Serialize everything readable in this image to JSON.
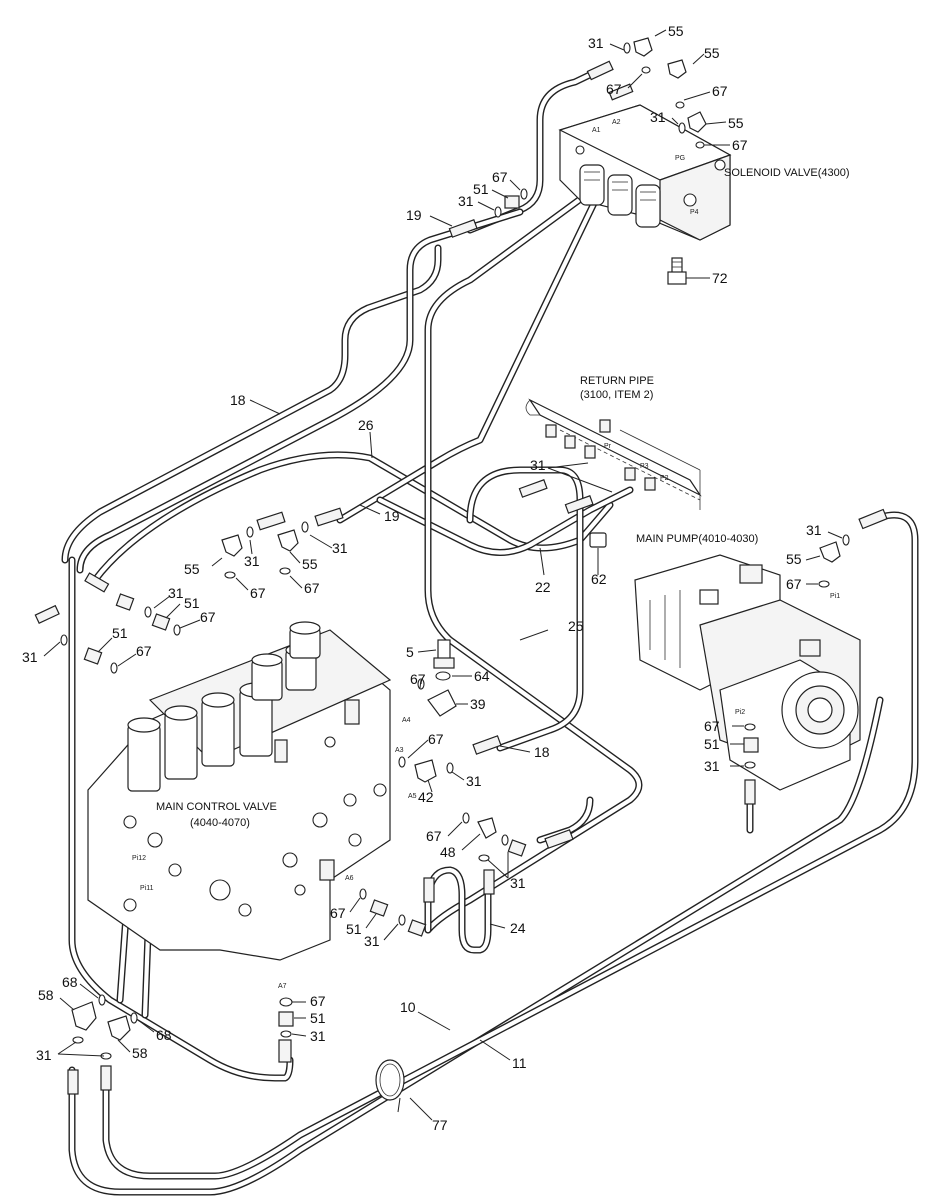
{
  "labels": {
    "solenoid_valve": "SOLENOID VALVE(4300)",
    "return_pipe_line1": "RETURN PIPE",
    "return_pipe_line2": "(3100, ITEM 2)",
    "main_pump": "MAIN PUMP(4010-4030)",
    "main_control_valve_line1": "MAIN CONTROL VALVE",
    "main_control_valve_line2": "(4040-4070)"
  },
  "port_marks": {
    "pi1": "Pi1",
    "pi2": "Pi2",
    "pi12": "Pi12",
    "pi11": "Pi11",
    "p3": "P3",
    "p2": "P2",
    "a1": "A1",
    "a2": "A2",
    "a3": "A3",
    "a4": "A4",
    "a5": "A5",
    "a6": "A6",
    "a7": "A7",
    "pr": "Pr",
    "pg": "PG",
    "p4": "P4"
  },
  "callouts": {
    "c31a": "31",
    "c55a": "55",
    "c55b": "55",
    "c67a": "67",
    "c67b": "67",
    "c31b": "31",
    "c55c": "55",
    "c67c": "67",
    "c67d": "67",
    "c51a": "51",
    "c31c": "31",
    "c19a": "19",
    "c72": "72",
    "c18a": "18",
    "c26": "26",
    "c19b": "19",
    "c31d": "31",
    "c22": "22",
    "c62": "62",
    "c55d": "55",
    "c31e": "31",
    "c67e": "67",
    "c31f": "31",
    "c55e": "55",
    "c67f": "67",
    "c31g": "31",
    "c51b": "51",
    "c67g": "67",
    "c55f": "55",
    "c67h": "67",
    "c31h": "31",
    "c51c": "51",
    "c67i": "67",
    "c25": "25",
    "c5": "5",
    "c64": "64",
    "c67j": "67",
    "c39": "39",
    "c18b": "18",
    "c67k": "67",
    "c31i": "31",
    "c42": "42",
    "c67l": "67",
    "c51d": "51",
    "c31j": "31",
    "c67m": "67",
    "c48": "48",
    "c31k": "31",
    "c67n": "67",
    "c51e": "51",
    "c31l": "31",
    "c24": "24",
    "c68a": "68",
    "c58a": "58",
    "c31m": "31",
    "c58b": "58",
    "c68b": "68",
    "c67o": "67",
    "c51f": "51",
    "c31n": "31",
    "c10": "10",
    "c11": "11",
    "c77": "77"
  }
}
